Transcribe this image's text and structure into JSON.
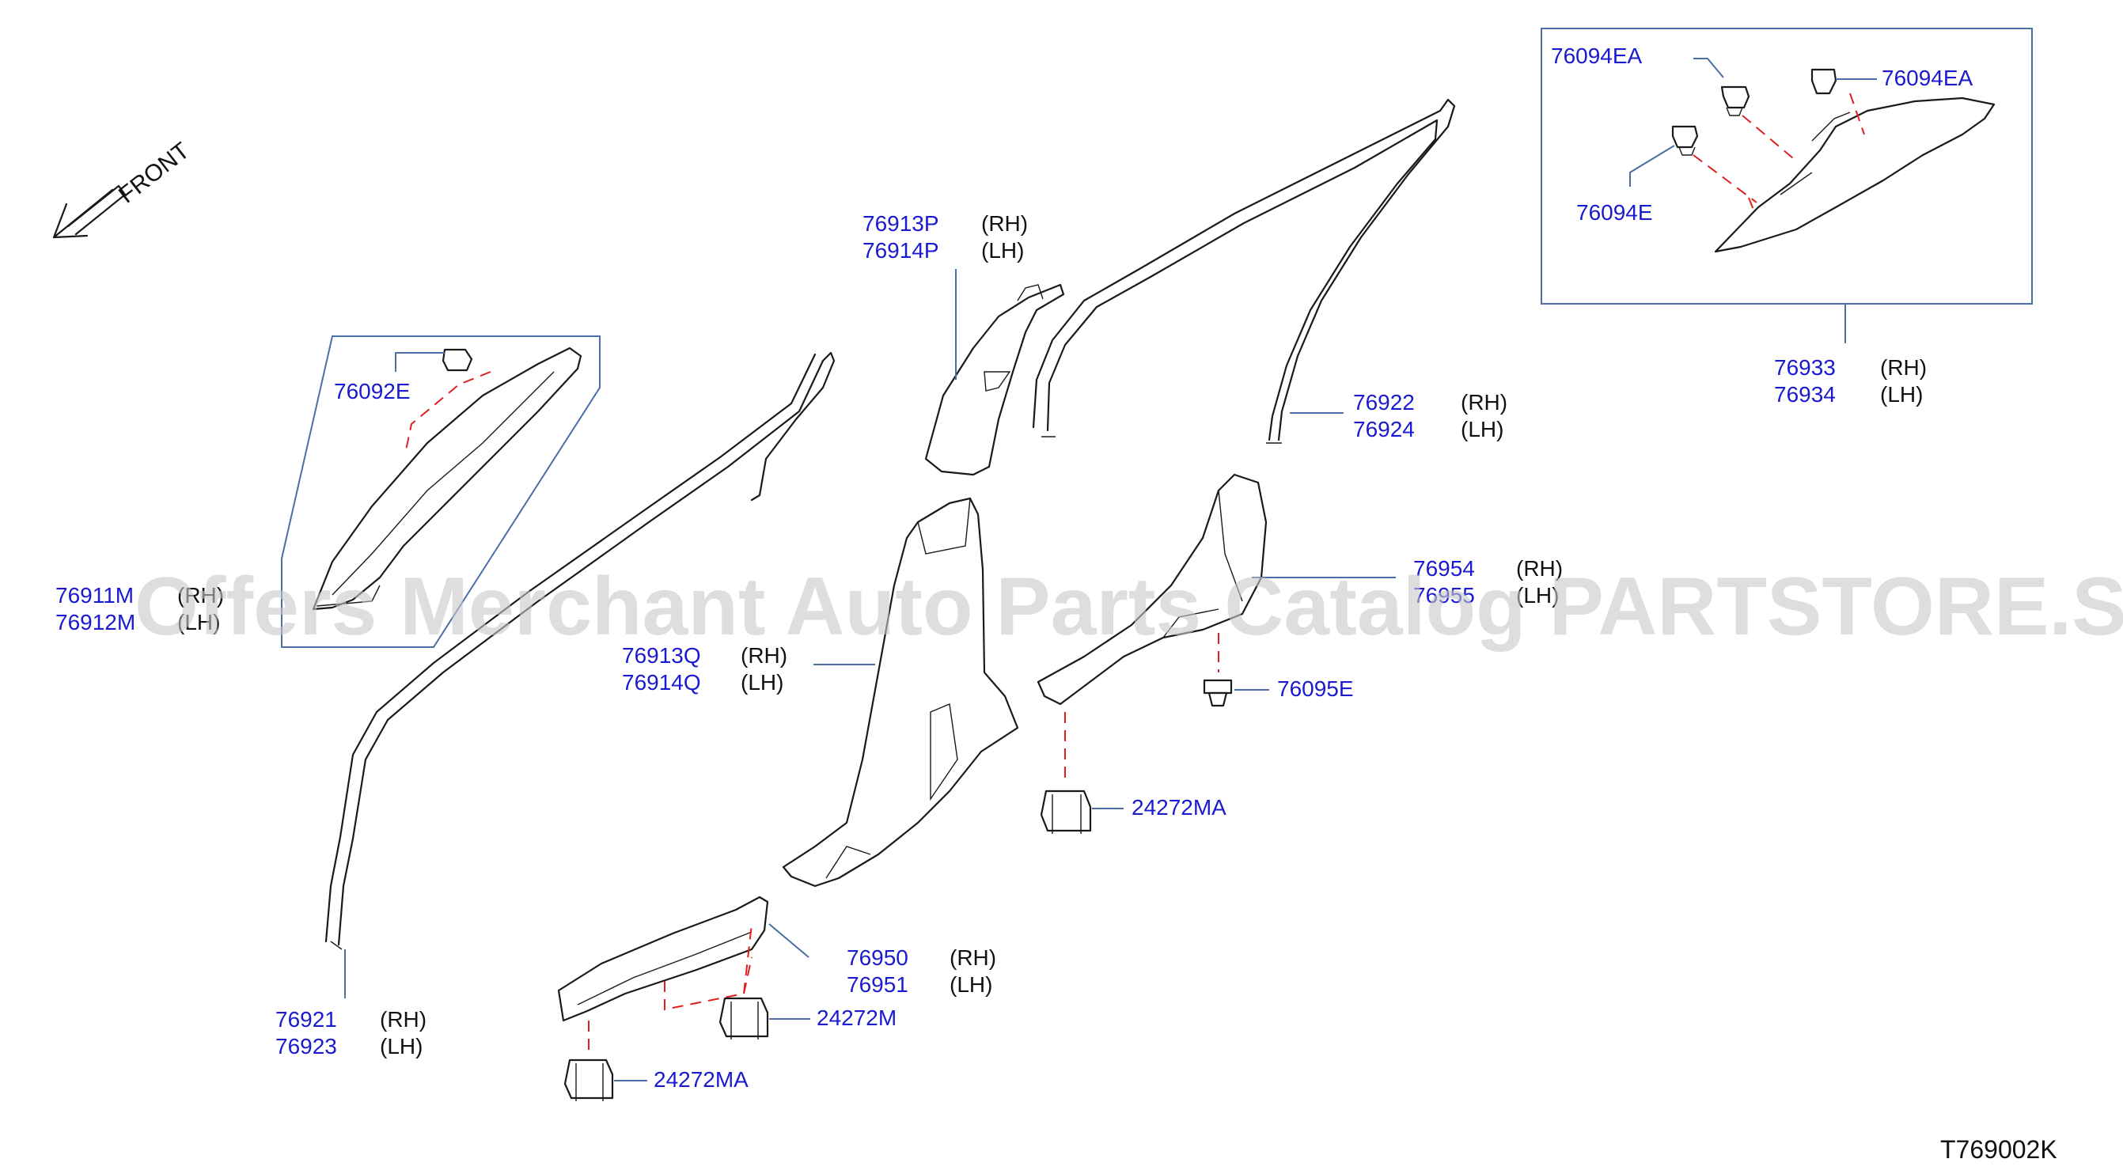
{
  "front_label": "FRONT",
  "diagram_code": "T769002K",
  "watermark": "Offers Merchant Auto Parts Catalog PARTSTORE.SA",
  "colors": {
    "part_number": "#1a1ad0",
    "leader": "#4a6fa5",
    "dashed_guide": "#e02020",
    "outline": "#1a1a1a"
  },
  "labels": {
    "p76094EA_a": "76094EA",
    "p76094EA_b": "76094EA",
    "p76094E": "76094E",
    "p76933": "76933",
    "p76933_side": "(RH)",
    "p76934": "76934",
    "p76934_side": "(LH)",
    "p76913P": "76913P",
    "p76913P_side": "(RH)",
    "p76914P": "76914P",
    "p76914P_side": "(LH)",
    "p76922": "76922",
    "p76922_side": "(RH)",
    "p76924": "76924",
    "p76924_side": "(LH)",
    "p76092E": "76092E",
    "p76911M": "76911M",
    "p76911M_side": "(RH)",
    "p76912M": "76912M",
    "p76912M_side": "(LH)",
    "p76954": "76954",
    "p76954_side": "(RH)",
    "p76955": "76955",
    "p76955_side": "(LH)",
    "p76913Q": "76913Q",
    "p76913Q_side": "(RH)",
    "p76914Q": "76914Q",
    "p76914Q_side": "(LH)",
    "p76095E": "76095E",
    "p24272MA_a": "24272MA",
    "p76950": "76950",
    "p76950_side": "(RH)",
    "p76951": "76951",
    "p76951_side": "(LH)",
    "p24272M": "24272M",
    "p76921": "76921",
    "p76921_side": "(RH)",
    "p76923": "76923",
    "p76923_side": "(LH)",
    "p24272MA_b": "24272MA"
  }
}
